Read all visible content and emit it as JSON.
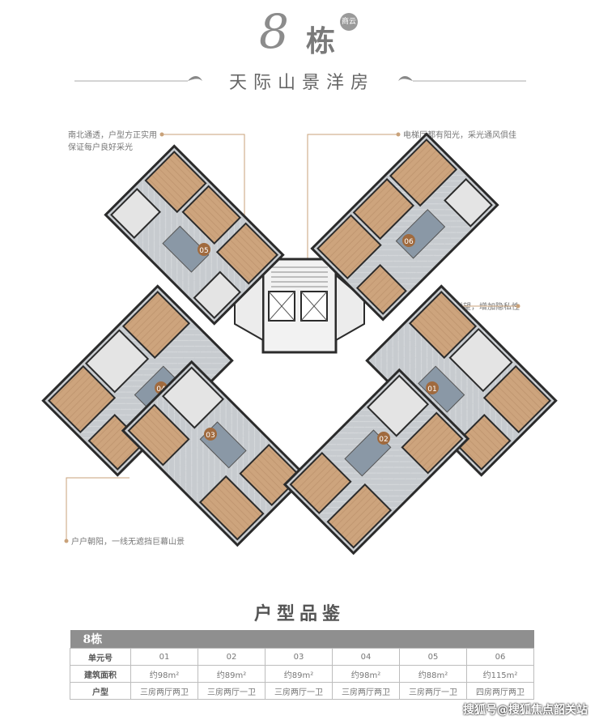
{
  "header": {
    "number": "8",
    "word": "栋",
    "seal": "商云",
    "subtitle": "天际山景洋房"
  },
  "notes": {
    "top_left": [
      "南北通透，户型方正实用",
      "保证每户良好采光"
    ],
    "top_right": "电梯厅都有阳光，采光通风俱佳",
    "mid_right": "避免楼宇对望，增加隐私性",
    "bottom_left": "户户朝阳，一线无遮挡巨幕山景"
  },
  "units": [
    "01",
    "02",
    "03",
    "04",
    "05",
    "06"
  ],
  "section_title": "户型品鉴",
  "table": {
    "building": "8栋",
    "rows": [
      {
        "label": "单元号",
        "cells": [
          "01",
          "02",
          "03",
          "04",
          "05",
          "06"
        ]
      },
      {
        "label": "建筑面积",
        "cells": [
          "约98m²",
          "约89m²",
          "约89m²",
          "约98m²",
          "约88m²",
          "约115m²"
        ]
      },
      {
        "label": "户型",
        "cells": [
          "三房两厅两卫",
          "三房两厅一卫",
          "三房两厅一卫",
          "三房两厅两卫",
          "三房两厅一卫",
          "四房两厅两卫"
        ]
      }
    ]
  },
  "watermark": "搜狐号@搜狐焦点韶关站",
  "colors": {
    "wood": "#c9a27a",
    "floor": "#c9cdd0",
    "wall": "#2b2b2b",
    "accent": "#a06a3e"
  }
}
